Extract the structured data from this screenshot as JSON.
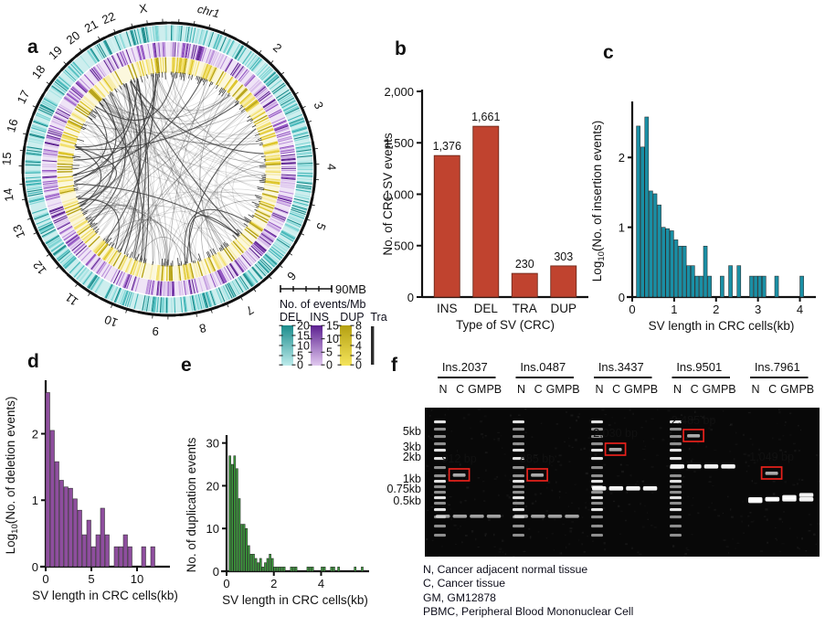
{
  "figure": {
    "panels": [
      "a",
      "b",
      "c",
      "d",
      "e",
      "f"
    ]
  },
  "panel_a": {
    "label": "a",
    "type": "circos",
    "chromosomes": [
      "chr1",
      "2",
      "3",
      "4",
      "5",
      "6",
      "7",
      "8",
      "9",
      "10",
      "11",
      "12",
      "13",
      "14",
      "15",
      "16",
      "17",
      "18",
      "19",
      "20",
      "21",
      "22",
      "X"
    ],
    "scalebar_label": "90MB",
    "legend_title": "No. of events/Mb",
    "legend_tracks": [
      {
        "name": "DEL",
        "color": "#2aa7a8",
        "ticks": [
          "20",
          "15",
          "10",
          "5",
          "0"
        ]
      },
      {
        "name": "INS",
        "color": "#8f4fc0",
        "ticks": [
          "15",
          "10",
          "5",
          "0"
        ]
      },
      {
        "name": "DUP",
        "color": "#c9b52a",
        "ticks": [
          "8",
          "6",
          "4",
          "2",
          "0"
        ]
      },
      {
        "name": "Tra",
        "color": "#3a3a3a",
        "ticks": []
      }
    ]
  },
  "chart_data": [
    {
      "panel": "b",
      "type": "bar",
      "title": "",
      "xlabel": "Type of SV (CRC)",
      "ylabel": "No. of CRC SV events",
      "categories": [
        "INS",
        "DEL",
        "TRA",
        "DUP"
      ],
      "values": [
        1376,
        1661,
        230,
        303
      ],
      "value_labels": [
        "1,376",
        "1,661",
        "230",
        "303"
      ],
      "yticks": [
        0,
        500,
        1000,
        1500,
        2000
      ],
      "ytick_labels": [
        "0",
        "500",
        "1,000",
        "1,500",
        "2,000"
      ],
      "ylim": [
        0,
        2000
      ],
      "bar_color": "#c0432f",
      "grid": false,
      "legend": "none"
    },
    {
      "panel": "c",
      "type": "bar",
      "title": "",
      "xlabel": "SV length in CRC cells(kb)",
      "ylabel": "Log10(No. of insertion events)",
      "ylabel_parts": {
        "prefix": "Log",
        "sub": "10",
        "suffix": "(No. of insertion events)"
      },
      "bin_width": 0.1,
      "x_start": 0.1,
      "xticks": [
        0,
        1,
        2,
        3,
        4
      ],
      "xtick_labels": [
        "0",
        "1",
        "2",
        "3",
        "4"
      ],
      "yticks": [
        0,
        1,
        2
      ],
      "ytick_labels": [
        "0",
        "1",
        "2"
      ],
      "xlim": [
        0,
        4.25
      ],
      "ylim": [
        0,
        2.75
      ],
      "bar_color": "#1a8fa5",
      "x": [
        0.15,
        0.25,
        0.35,
        0.45,
        0.55,
        0.65,
        0.75,
        0.85,
        0.95,
        1.05,
        1.15,
        1.25,
        1.35,
        1.45,
        1.55,
        1.65,
        1.75,
        1.85,
        1.95,
        2.05,
        2.15,
        2.25,
        2.35,
        2.45,
        2.55,
        2.65,
        2.75,
        2.85,
        2.95,
        3.05,
        3.15,
        3.25,
        3.35,
        3.45,
        3.55,
        3.65,
        3.75,
        3.85,
        3.95,
        4.05
      ],
      "values": [
        2.45,
        2.15,
        2.58,
        1.52,
        1.48,
        1.32,
        1.0,
        0.98,
        0.95,
        0.82,
        0.73,
        0.73,
        0.45,
        0.45,
        0.3,
        0.3,
        0.73,
        0.3,
        0,
        0,
        0.3,
        0,
        0.45,
        0,
        0.45,
        0,
        0,
        0.3,
        0.3,
        0.3,
        0.3,
        0,
        0,
        0.3,
        0,
        0,
        0,
        0,
        0,
        0.3
      ],
      "grid": false,
      "legend": "none"
    },
    {
      "panel": "d",
      "type": "bar",
      "title": "",
      "xlabel": "SV length in CRC cells(kb)",
      "ylabel": "Log10(No. of deletion events)",
      "ylabel_parts": {
        "prefix": "Log",
        "sub": "10",
        "suffix": "(No. of deletion events)"
      },
      "bin_width": 0.5,
      "xticks": [
        0,
        5,
        10
      ],
      "xtick_labels": [
        "0",
        "5",
        "10"
      ],
      "yticks": [
        0,
        1,
        2
      ],
      "ytick_labels": [
        "0",
        "1",
        "2"
      ],
      "xlim": [
        0,
        13
      ],
      "ylim": [
        0,
        2.75
      ],
      "bar_color": "#8e4e9e",
      "x": [
        0.25,
        0.75,
        1.25,
        1.75,
        2.25,
        2.75,
        3.25,
        3.75,
        4.25,
        4.75,
        5.25,
        5.75,
        6.25,
        6.75,
        7.25,
        7.75,
        8.25,
        8.75,
        9.25,
        9.75,
        10.25,
        10.75,
        11.25,
        11.75
      ],
      "values": [
        2.62,
        2.05,
        1.58,
        1.3,
        1.2,
        1.18,
        1.02,
        0.85,
        0.48,
        0.7,
        0.3,
        0.48,
        0.88,
        0.48,
        0,
        0.3,
        0.3,
        0.48,
        0.3,
        0,
        0,
        0.3,
        0,
        0.3
      ],
      "grid": false,
      "legend": "none"
    },
    {
      "panel": "e",
      "type": "bar",
      "title": "",
      "xlabel": "SV length in CRC cells(kb)",
      "ylabel": "No. of duplication events",
      "bin_width": 0.1,
      "xticks": [
        0,
        2,
        4
      ],
      "xtick_labels": [
        "0",
        "2",
        "4"
      ],
      "yticks": [
        0,
        10,
        20,
        30
      ],
      "ytick_labels": [
        "0",
        "10",
        "20",
        "30"
      ],
      "xlim": [
        0,
        5.8
      ],
      "ylim": [
        0,
        31
      ],
      "bar_color": "#3b9c3b",
      "x": [
        0.15,
        0.25,
        0.35,
        0.45,
        0.55,
        0.65,
        0.75,
        0.85,
        0.95,
        1.05,
        1.15,
        1.25,
        1.35,
        1.45,
        1.55,
        1.65,
        1.75,
        1.85,
        1.95,
        2.05,
        2.15,
        2.25,
        2.35,
        2.45,
        2.55,
        2.65,
        2.75,
        2.85,
        2.95,
        3.05,
        3.15,
        3.45,
        3.55,
        3.65,
        3.75,
        3.85,
        4.05,
        4.15,
        4.35,
        4.45,
        4.55,
        4.75,
        5.45,
        5.55,
        5.75
      ],
      "values": [
        27,
        25,
        27,
        24,
        17,
        11,
        11,
        10,
        6,
        4,
        4,
        3,
        2,
        3,
        1,
        2,
        3,
        4,
        3,
        1,
        1,
        1,
        1,
        1,
        0,
        0,
        1,
        1,
        1,
        0,
        0,
        1,
        1,
        1,
        0,
        0,
        1,
        1,
        0,
        1,
        1,
        1,
        1,
        0,
        1
      ],
      "grid": false,
      "legend": "none"
    }
  ],
  "panel_f": {
    "label": "f",
    "groups": [
      {
        "name": "Ins.2037",
        "lanes": [
          "N",
          "C",
          "GM",
          "PB"
        ],
        "highlight": "912 bp"
      },
      {
        "name": "Ins.0487",
        "lanes": [
          "N",
          "C",
          "GM",
          "PB"
        ],
        "highlight": "885 bp"
      },
      {
        "name": "Ins.3437",
        "lanes": [
          "N",
          "C",
          "GM",
          "PB"
        ],
        "highlight": "2,030 bp"
      },
      {
        "name": "Ins.9501",
        "lanes": [
          "N",
          "C",
          "GM",
          "PB"
        ],
        "highlight": "2,485 bp"
      },
      {
        "name": "Ins.7961",
        "lanes": [
          "N",
          "C",
          "GM",
          "PB"
        ],
        "highlight": "1,049 bp"
      }
    ],
    "ladder_labels": [
      "5kb",
      "3kb",
      "2kb",
      "1kb",
      "0.75kb",
      "0.5kb"
    ],
    "notes": [
      "N, Cancer adjacent normal tissue",
      "C, Cancer tissue",
      "GM, GM12878",
      "PBMC, Peripheral Blood Mononuclear Cell"
    ],
    "highlight_color": "#e8211b"
  }
}
